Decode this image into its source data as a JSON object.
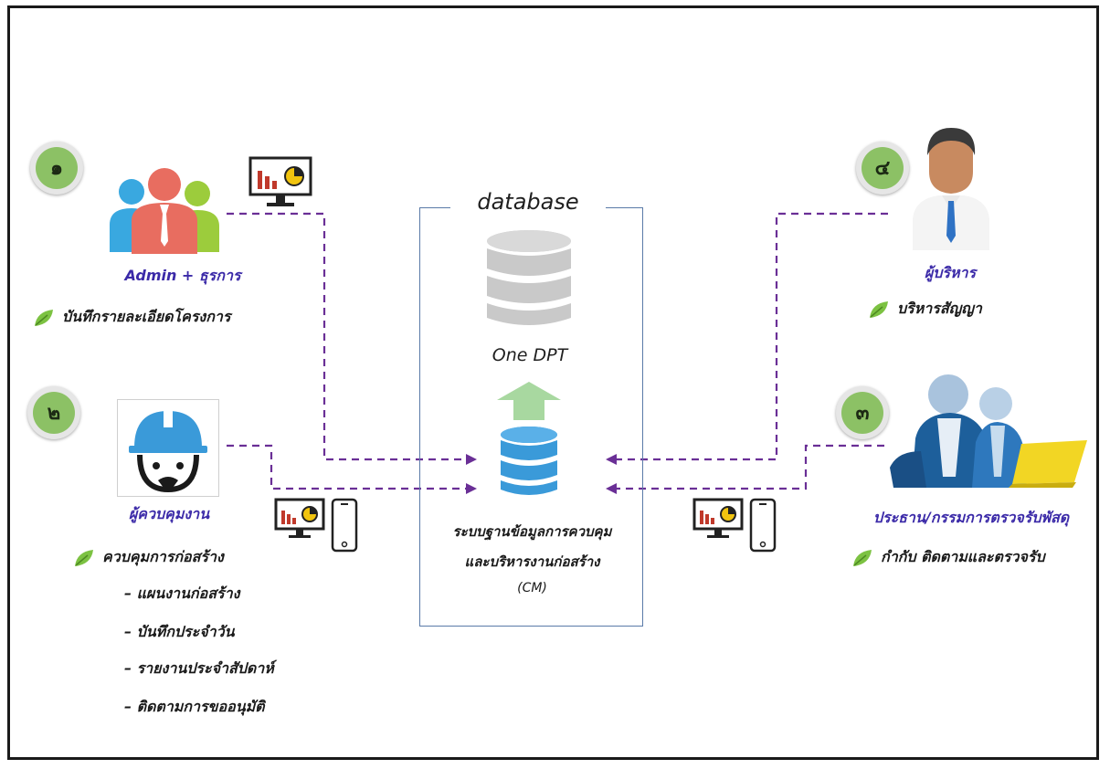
{
  "database": {
    "title": "database",
    "one_dpt": "One DPT",
    "system_line1": "ระบบฐานข้อมูลการควบคุม",
    "system_line2": "และบริหารงานก่อสร้าง",
    "system_line3": "(CM)"
  },
  "actors": [
    {
      "number": "๑",
      "role": "Admin + ธุรการ",
      "task": "บันทึกรายละเอียดโครงการ"
    },
    {
      "number": "๒",
      "role": "ผู้ควบคุมงาน",
      "task": "ควบคุมการก่อสร้าง",
      "subtasks": [
        "– แผนงานก่อสร้าง",
        "– บันทึกประจำวัน",
        "– รายงานประจำสัปดาห์",
        "– ติดตามการขออนุมัติ"
      ]
    },
    {
      "number": "๓",
      "role": "ประธาน/กรรมการตรวจรับพัสดุ",
      "task": "กำกับ ติดตามและตรวจรับ"
    },
    {
      "number": "๔",
      "role": "ผู้บริหาร",
      "task": "บริหารสัญญา"
    }
  ],
  "colors": {
    "badge_green": "#8cc165",
    "role_text": "#3b2aa8",
    "arrow_purple": "#6a2f96",
    "db_blue": "#3a9ad9",
    "db_gray": "#c9c9c9",
    "up_arrow_green": "#a8d8a0",
    "box_border": "#5a7aa8"
  },
  "icons": [
    "users-group-icon",
    "monitor-chart-icon",
    "engineer-helmet-icon",
    "smartphone-icon",
    "executive-person-icon",
    "inspectors-icon",
    "leaf-icon",
    "database-icon"
  ]
}
